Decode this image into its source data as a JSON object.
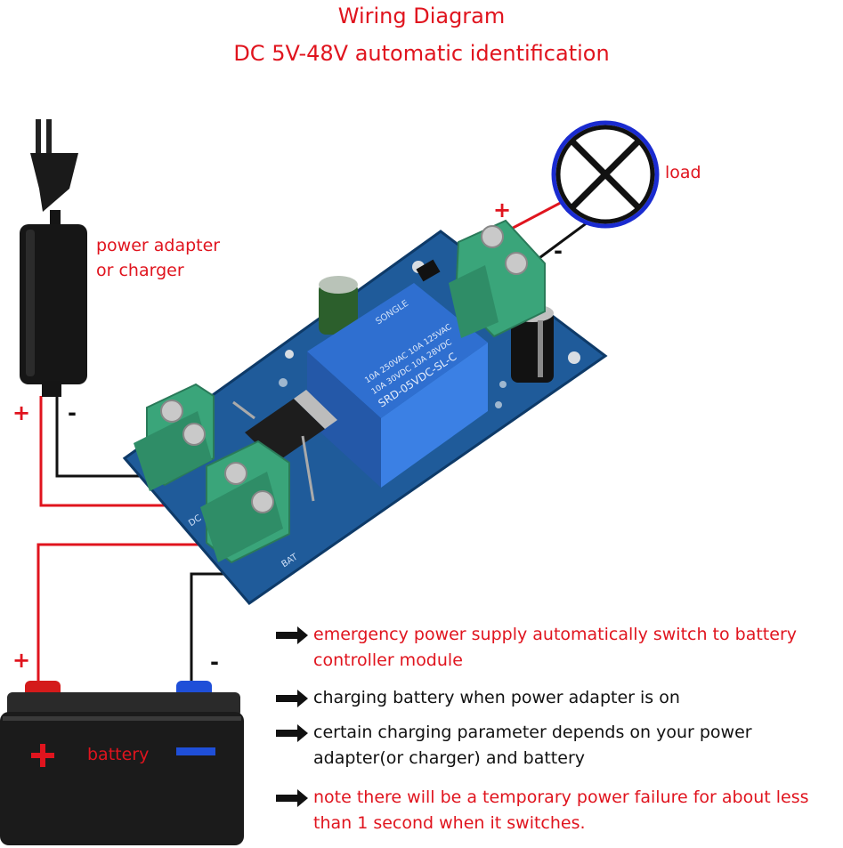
{
  "title": "Wiring Diagram",
  "subtitle": "DC 5V-48V automatic identification",
  "labels": {
    "load": "load",
    "adapter": "power adapter\nor charger",
    "battery": "battery",
    "plus": "+",
    "minus": "-"
  },
  "board": {
    "relay_brand": "SONGLE",
    "relay_rating1": "10A 250VAC 10A 125VAC",
    "relay_rating2": "10A 30VDC 10A 28VDC",
    "relay_model": "SRD-05VDC-SL-C",
    "terminal_dc": "DC",
    "terminal_bat": "BAT"
  },
  "notes": [
    {
      "text": "emergency power supply automatically switch to battery controller module",
      "color": "#e0141e"
    },
    {
      "text": "charging battery when power adapter is on",
      "color": "#111111"
    },
    {
      "text": "certain charging parameter depends on your power adapter(or charger) and battery",
      "color": "#111111"
    },
    {
      "text": "note there will be a temporary power failure for about less than 1 second when it switches.",
      "color": "#e0141e"
    }
  ],
  "colors": {
    "accent": "#e0141e",
    "wire_positive": "#e0141e",
    "wire_negative": "#111111",
    "pcb": "#1f5b9a",
    "terminal": "#3aa57a",
    "relay": "#2f6fd0",
    "battery_body": "#1b1b1b",
    "battery_minus": "#1f4fd8",
    "lamp_ring": "#1a2bd0"
  }
}
